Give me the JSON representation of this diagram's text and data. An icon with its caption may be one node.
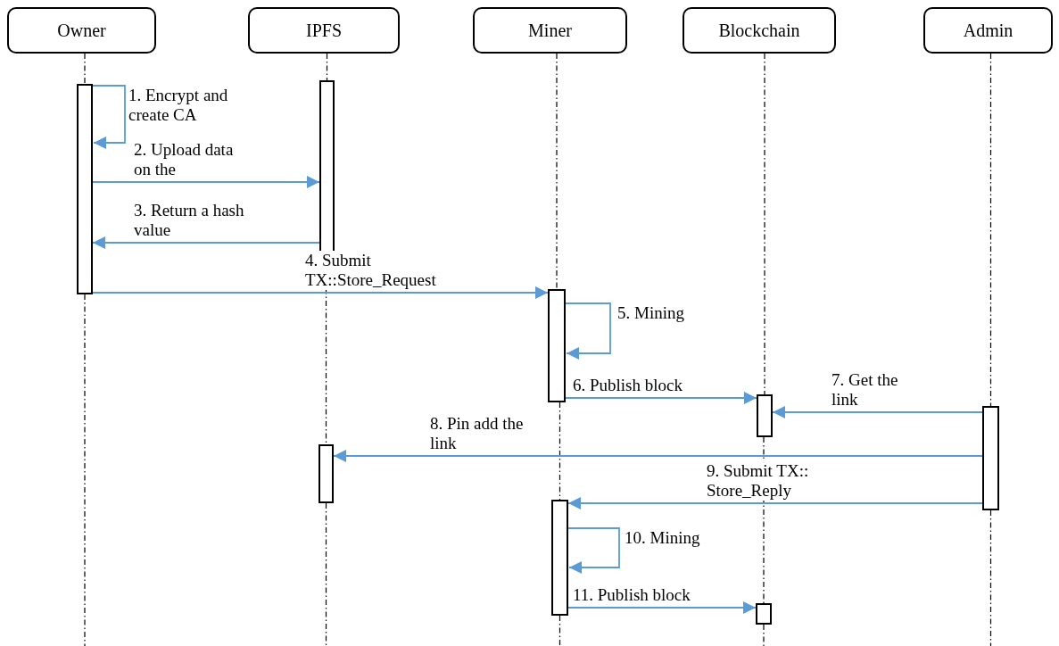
{
  "diagram": {
    "nodes": [
      {
        "text": [
          "Owner"
        ]
      },
      {
        "text": [
          "IPFS"
        ]
      },
      {
        "text": [
          "Miner"
        ]
      },
      {
        "text": [
          "Blockchain"
        ]
      },
      {
        "text": [
          "Admin"
        ]
      },
      {
        "text": [],
        "shape": "bar"
      },
      {
        "text": [],
        "shape": "bar"
      },
      {
        "text": [],
        "shape": "bar"
      },
      {
        "text": [],
        "shape": "bar"
      },
      {
        "text": [],
        "shape": "bar"
      },
      {
        "text": [],
        "shape": "bar"
      },
      {
        "text": [],
        "shape": "bar"
      },
      {
        "text": [],
        "shape": "bar"
      }
    ],
    "edges": [
      {
        "from": 0,
        "to": 6,
        "arrow": "none",
        "style": "dashed"
      },
      {
        "from": 6,
        "to": null,
        "arrow": "none",
        "style": "dashed"
      },
      {
        "from": 1,
        "to": 5,
        "arrow": "none",
        "style": "dashed"
      },
      {
        "from": 5,
        "to": 10,
        "arrow": "none",
        "style": "dashed"
      },
      {
        "from": 10,
        "to": null,
        "arrow": "none",
        "style": "dashed"
      },
      {
        "from": 2,
        "to": 7,
        "arrow": "none",
        "style": "dashed"
      },
      {
        "from": 7,
        "to": 11,
        "arrow": "none",
        "style": "dashed"
      },
      {
        "from": 11,
        "to": null,
        "arrow": "none",
        "style": "dashed"
      },
      {
        "from": 3,
        "to": 8,
        "arrow": "none",
        "style": "dashed"
      },
      {
        "from": 8,
        "to": 12,
        "arrow": "none",
        "style": "dashed"
      },
      {
        "from": 12,
        "to": null,
        "arrow": "none",
        "style": "dashed"
      },
      {
        "from": 4,
        "to": 9,
        "arrow": "none",
        "style": "dashed"
      },
      {
        "from": 9,
        "to": null,
        "arrow": "none",
        "style": "dashed"
      },
      {
        "from": 6,
        "to": 6,
        "arrow": "to",
        "label": "1. Encrypt and create CA",
        "color": "#5b9bd5"
      },
      {
        "from": 6,
        "to": 5,
        "arrow": "to",
        "label": "2. Upload data on the",
        "color": "#5b9bd5"
      },
      {
        "from": 5,
        "to": 6,
        "arrow": "to",
        "label": "3. Return a hash value",
        "color": "#5b9bd5"
      },
      {
        "from": 6,
        "to": 7,
        "arrow": "to",
        "label": "4. Submit TX::Store_Request",
        "color": "#5b9bd5"
      },
      {
        "from": 7,
        "to": 7,
        "arrow": "to",
        "label": "5. Mining",
        "color": "#5b9bd5"
      },
      {
        "from": 7,
        "to": 8,
        "arrow": "to",
        "label": "6. Publish block",
        "color": "#5b9bd5"
      },
      {
        "from": 9,
        "to": 8,
        "arrow": "to",
        "label": "7. Get the link",
        "color": "#5b9bd5"
      },
      {
        "from": 9,
        "to": 10,
        "arrow": "to",
        "label": "8. Pin add the link",
        "color": "#5b9bd5"
      },
      {
        "from": 9,
        "to": 11,
        "arrow": "to",
        "label": "9. Submit TX:: Store_Reply",
        "color": "#5b9bd5"
      },
      {
        "from": 11,
        "to": 11,
        "arrow": "to",
        "label": "10. Mining",
        "color": "#5b9bd5"
      },
      {
        "from": 11,
        "to": 12,
        "arrow": "to",
        "label": "11. Publish block",
        "color": "#5b9bd5"
      }
    ]
  }
}
